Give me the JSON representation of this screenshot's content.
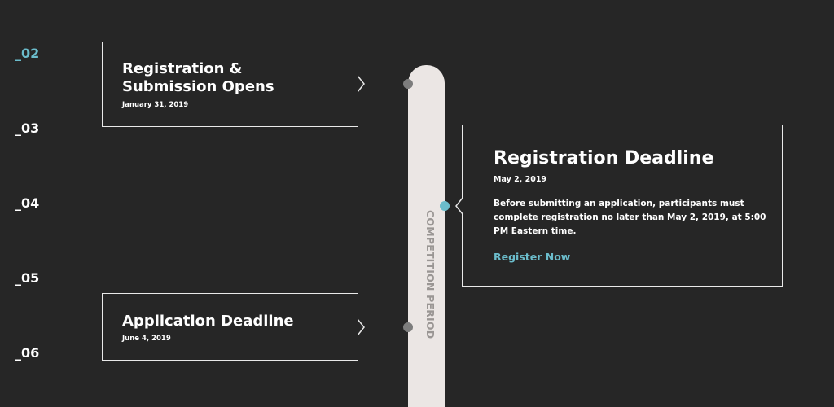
{
  "steps": [
    {
      "label": "_02",
      "active": true
    },
    {
      "label": "_03",
      "active": false
    },
    {
      "label": "_04",
      "active": false
    },
    {
      "label": "_05",
      "active": false
    },
    {
      "label": "_06",
      "active": false
    }
  ],
  "timeline": {
    "label": "COMPETITION PERIOD"
  },
  "events": {
    "registration_open": {
      "title": "Registration & Submission Opens",
      "date": "January 31, 2019"
    },
    "application_deadline": {
      "title": "Application Deadline",
      "date": "June 4, 2019"
    },
    "registration_deadline": {
      "title": "Registration Deadline",
      "date": "May 2, 2019",
      "description": "Before submitting an application, participants must complete registration no later than May 2, 2019, at 5:00 PM Eastern time.",
      "cta_label": "Register Now"
    }
  },
  "colors": {
    "background": "#262626",
    "accent": "#6bbccb",
    "track": "#ebe6e4",
    "dot_inactive": "#7d7d7d"
  }
}
